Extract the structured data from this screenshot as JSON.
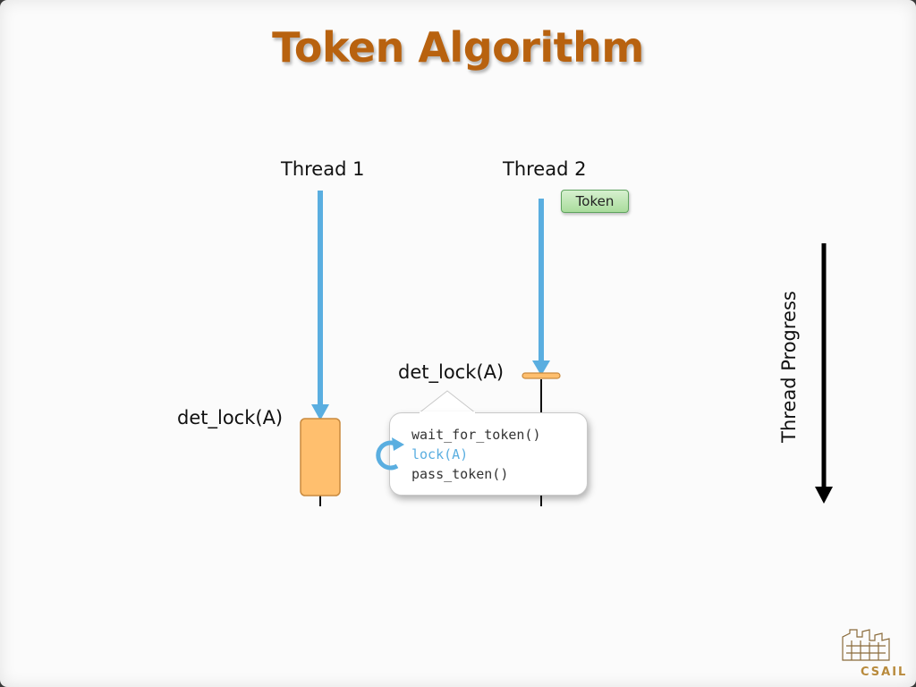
{
  "slide": {
    "title": "Token Algorithm"
  },
  "threads": [
    {
      "label": "Thread 1",
      "lock_call": "det_lock(A)"
    },
    {
      "label": "Thread 2",
      "lock_call": "det_lock(A)"
    }
  ],
  "token": {
    "label": "Token"
  },
  "callout": {
    "code": [
      "wait_for_token()",
      "lock(A)",
      "pass_token()"
    ],
    "highlight_index": 1
  },
  "progress": {
    "label": "Thread Progress"
  },
  "logo": {
    "text": "CSAIL"
  },
  "colors": {
    "title": "#b8620f",
    "arrow": "#5aaee0",
    "lock_block": "#ffbf6e",
    "lock_block_border": "#c98a3e",
    "token_fill": "#b9e4ad",
    "highlight_code": "#5aaee0"
  }
}
